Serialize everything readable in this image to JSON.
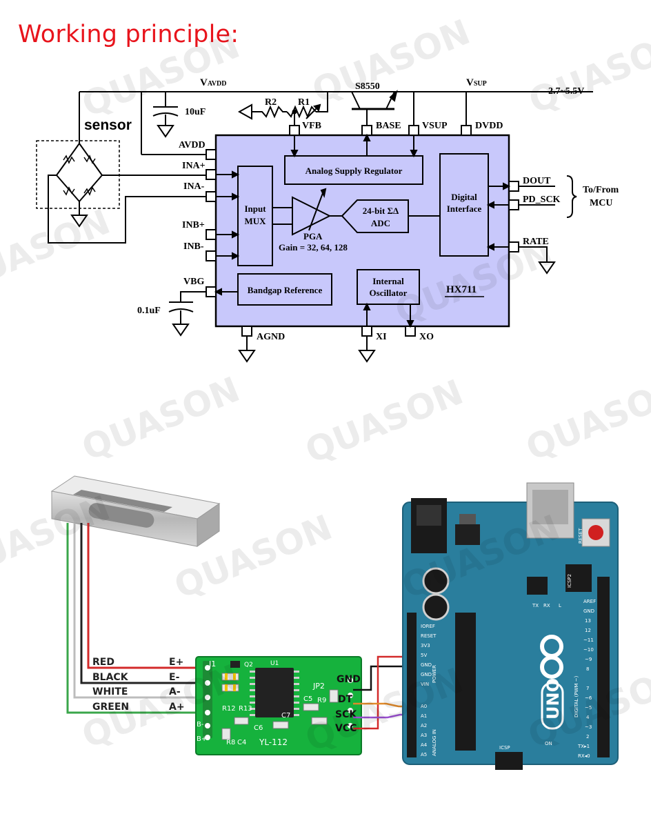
{
  "heading": "Working principle:",
  "watermark": "QUASON",
  "colors": {
    "heading": "#e8141c",
    "chip_fill": "#c8c8fb",
    "pcb_green": "#16b23d",
    "arduino_blue": "#2a7e9d",
    "wire_red": "#d32a2a",
    "wire_green": "#3aa64a",
    "wire_black": "#222222",
    "wire_white": "#bcbcbc"
  },
  "schematic": {
    "sensor_label": "sensor",
    "rail_avdd": "AVDD",
    "rail_vsup": "SUP",
    "transistor": "S8550",
    "supply": "2.7~5.5V",
    "cap1": "10uF",
    "cap2": "0.1uF",
    "r2": "R2",
    "r1": "R1",
    "pins": {
      "vfb": "VFB",
      "base": "BASE",
      "vsup": "VSUP",
      "dvdd": "DVDD",
      "avdd": "AVDD",
      "inap": "INA+",
      "inam": "INA-",
      "inbp": "INB+",
      "inbm": "INB-",
      "vbg": "VBG",
      "agnd": "AGND",
      "xi": "XI",
      "xo": "XO",
      "dout": "DOUT",
      "pdsck": "PD_SCK",
      "rate": "RATE"
    },
    "blocks": {
      "regulator": "Analog Supply Regulator",
      "mux_1": "Input",
      "mux_2": "MUX",
      "pga": "PGA",
      "gain": "Gain = 32, 64, 128",
      "adc_1": "24-bit ΣΔ",
      "adc_2": "ADC",
      "digital_1": "Digital",
      "digital_2": "Interface",
      "bandgap": "Bandgap Reference",
      "osc_1": "Internal",
      "osc_2": "Oscillator",
      "chip_name": "HX711"
    },
    "mcu_1": "To/From",
    "mcu_2": "MCU"
  },
  "wiring": {
    "wires": [
      {
        "name": "RED",
        "pin": "E+"
      },
      {
        "name": "BLACK",
        "pin": "E-"
      },
      {
        "name": "WHITE",
        "pin": "A-"
      },
      {
        "name": "GREEN",
        "pin": "A+"
      }
    ],
    "module": {
      "j1": "J1",
      "jp2": "JP2",
      "model": "YL-112",
      "bpins": [
        "B-",
        "B+"
      ],
      "out_pins": [
        "GND",
        "DT",
        "SCK",
        "VCC"
      ],
      "parts": [
        "Q2",
        "U1",
        "R12",
        "R13",
        "R9",
        "C5",
        "R8",
        "C4",
        "C6",
        "C7"
      ]
    },
    "arduino": {
      "board": "UNO",
      "icsp": "ICSP",
      "icsp2": "ICSP2",
      "power_header": [
        "IOREF",
        "RESET",
        "3V3",
        "5V",
        "GND",
        "GND",
        "VIN"
      ],
      "power_label": "POWER",
      "analog_header": [
        "A0",
        "A1",
        "A2",
        "A3",
        "A4",
        "A5"
      ],
      "analog_label": "ANALOG IN",
      "digital_label": "DIGITAL (PWM ~)",
      "digital_pins": [
        "AREF",
        "GND",
        "13",
        "12",
        "~11",
        "~10",
        "~9",
        "8",
        "7",
        "~6",
        "~5",
        "4",
        "~3",
        "2",
        "TX▸1",
        "RX◂0"
      ],
      "leds": [
        "TX",
        "RX",
        "L",
        "ON"
      ],
      "reset": "RESET"
    }
  }
}
